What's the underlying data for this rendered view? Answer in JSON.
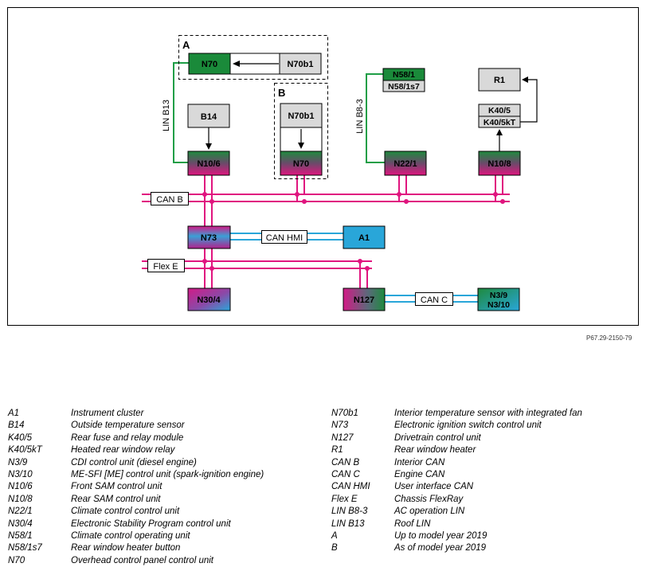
{
  "diagram": {
    "sections": {
      "a": "A",
      "b": "B"
    },
    "modules": {
      "n70_a": "N70",
      "n70b1_a": "N70b1",
      "n70b1_b": "N70b1",
      "n70_b": "N70",
      "b14": "B14",
      "n10_6": "N10/6",
      "n58_1": "N58/1",
      "n58_1s7": "N58/1s7",
      "n22_1": "N22/1",
      "r1": "R1",
      "k40_5": "K40/5",
      "k40_5kt": "K40/5kT",
      "n10_8": "N10/8",
      "n73": "N73",
      "a1": "A1",
      "n30_4": "N30/4",
      "n127": "N127",
      "n3_9": "N3/9",
      "n3_10": "N3/10"
    },
    "bus_labels": {
      "can_b": "CAN B",
      "can_hmi": "CAN HMI",
      "flex_e": "Flex E",
      "can_c": "CAN C",
      "lin_b13": "LIN B13",
      "lin_b8_3": "LIN B8-3"
    },
    "colors": {
      "can_pink": "#e0157f",
      "can_cyan": "#29a6d9",
      "lin_green": "#1e9e46",
      "module_grey": "#d9d9d9",
      "module_green": "#1a8a3a"
    }
  },
  "reference": "P67.29-2150-79",
  "legend_left": [
    {
      "code": "A1",
      "desc": "Instrument cluster"
    },
    {
      "code": "B14",
      "desc": "Outside temperature sensor"
    },
    {
      "code": "K40/5",
      "desc": "Rear fuse and relay module"
    },
    {
      "code": "K40/5kT",
      "desc": "Heated rear window relay"
    },
    {
      "code": "N3/9",
      "desc": "CDI control unit (diesel engine)"
    },
    {
      "code": "N3/10",
      "desc": "ME-SFI [ME] control unit (spark-ignition engine)"
    },
    {
      "code": "N10/6",
      "desc": "Front SAM control unit"
    },
    {
      "code": "N10/8",
      "desc": "Rear SAM control unit"
    },
    {
      "code": "N22/1",
      "desc": "Climate control control unit"
    },
    {
      "code": "N30/4",
      "desc": "Electronic Stability Program control unit"
    },
    {
      "code": "N58/1",
      "desc": "Climate control operating unit"
    },
    {
      "code": "N58/1s7",
      "desc": "Rear window heater button"
    },
    {
      "code": "N70",
      "desc": "Overhead control panel control unit"
    }
  ],
  "legend_right": [
    {
      "code": "N70b1",
      "desc": "Interior temperature sensor with integrated fan"
    },
    {
      "code": "N73",
      "desc": "Electronic ignition switch control unit"
    },
    {
      "code": "N127",
      "desc": "Drivetrain control unit"
    },
    {
      "code": "R1",
      "desc": "Rear window heater"
    },
    {
      "code": "CAN B",
      "desc": "Interior CAN"
    },
    {
      "code": "CAN C",
      "desc": "Engine CAN"
    },
    {
      "code": "CAN HMI",
      "desc": "User interface CAN"
    },
    {
      "code": "Flex E",
      "desc": "Chassis FlexRay"
    },
    {
      "code": "LIN B8-3",
      "desc": "AC operation LIN"
    },
    {
      "code": "LIN B13",
      "desc": "Roof LIN"
    },
    {
      "code": "A",
      "desc": "Up to model year 2019"
    },
    {
      "code": "B",
      "desc": "As of model year 2019"
    }
  ]
}
